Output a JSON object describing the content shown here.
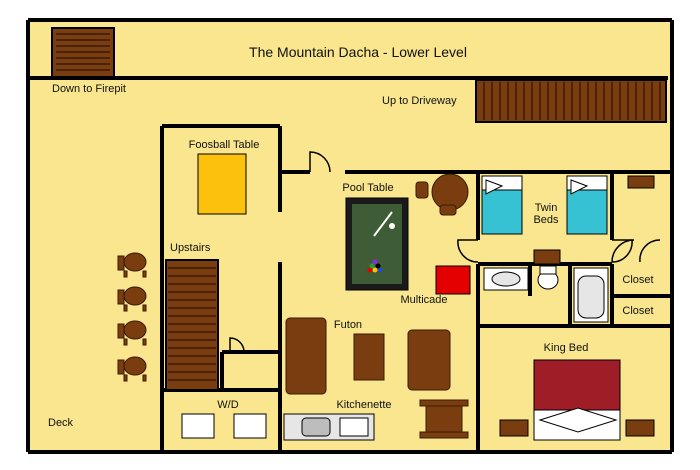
{
  "title": "The Mountain Dacha - Lower Level",
  "rooms": {
    "down_to_firepit": "Down to Firepit",
    "up_to_driveway": "Up to Driveway",
    "foosball_table": "Foosball Table",
    "pool_table": "Pool Table",
    "twin_beds": [
      "Twin",
      "Beds"
    ],
    "upstairs": "Upstairs",
    "multicade": "Multicade",
    "closet_upper": "Closet",
    "closet_lower": "Closet",
    "futon": "Futon",
    "king_bed": "King Bed",
    "wd": "W/D",
    "kitchenette": "Kitchenette",
    "deck": "Deck"
  },
  "colors": {
    "floor": "#f9e68e",
    "stairs": "#7a3d10",
    "foosball": "#fcc10c",
    "pool_felt": "#3e5c36",
    "twin_bed": "#36c2d3",
    "multicade": "#e50000",
    "king_bed": "#9e1d27",
    "furniture_brown": "#7a3d10",
    "appliance": "#e6e6e6"
  }
}
